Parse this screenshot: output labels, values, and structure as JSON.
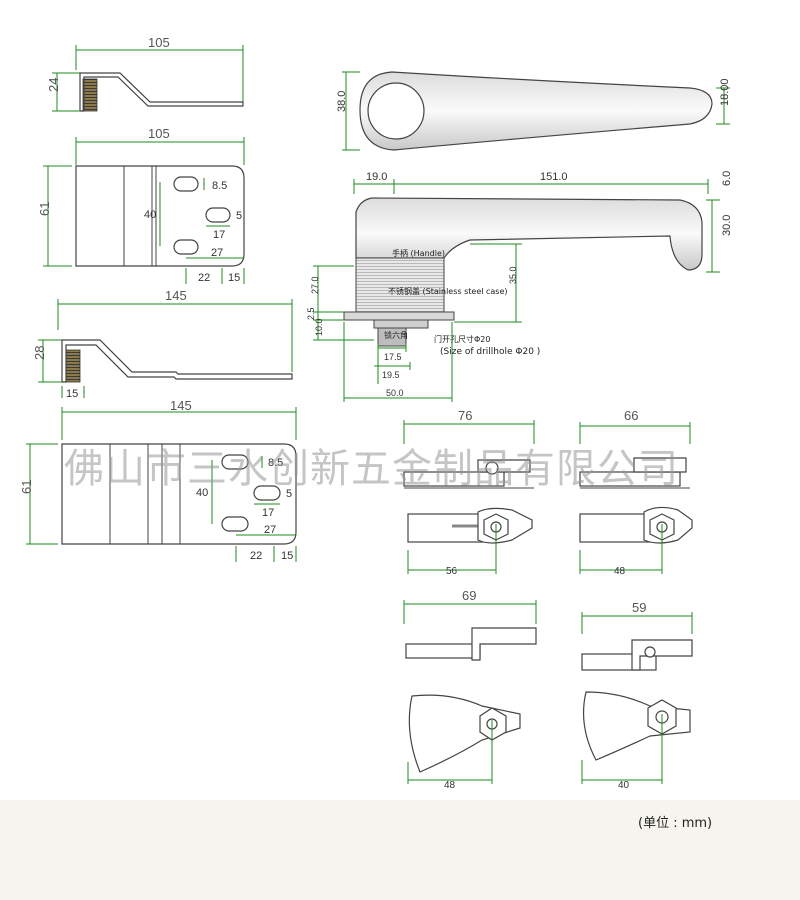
{
  "dims": {
    "b1_top_len": "105",
    "b1_top_h": "24",
    "b1_front_len": "105",
    "b1_front_h": "61",
    "b1_slot_gap": "8.5",
    "b1_slot_span": "40",
    "b1_slot_w": "5",
    "b1_slot_17": "17",
    "b1_slot_27": "27",
    "b1_bot_22": "22",
    "b1_bot_15": "15",
    "b2_top_len": "145",
    "b2_top_h": "28",
    "b2_top_15": "15",
    "b2_front_len": "145",
    "b2_front_h": "61",
    "b2_slot_gap": "8.5",
    "b2_slot_span": "40",
    "b2_slot_w": "5",
    "b2_slot_17": "17",
    "b2_slot_27": "27",
    "b2_bot_22": "22",
    "b2_bot_15": "15",
    "handle_top_h": "38.0",
    "handle_top_tip": "18.00",
    "handle_19": "19.0",
    "handle_151": "151.0",
    "handle_6": "6.0",
    "handle_30": "30.0",
    "handle_35": "35.0",
    "handle_27": "27.0",
    "handle_25": "2.5",
    "handle_10": "10.0",
    "handle_175": "17.5",
    "handle_195": "19.5",
    "handle_50": "50.0",
    "cam1_top": "76",
    "cam1_bot": "56",
    "cam2_top": "66",
    "cam2_bot": "48",
    "cam3_top": "69",
    "cam3_bot": "48",
    "cam4_top": "59",
    "cam4_bot": "40"
  },
  "labels": {
    "handle": "手柄 (Handle)",
    "case": "不锈钢盖 (Stainless steel case)",
    "drill_cn": "门开孔尺寸Φ20",
    "drill_en": "(Size of drillhole Φ20 )",
    "shaft": "锁六角"
  },
  "watermark": "佛山市三水创新五金制品有限公司",
  "unit_note": "(单位 : mm)",
  "colors": {
    "dimension": "#1d8a1d",
    "outline": "#444444",
    "footer": "#f6f4ee"
  }
}
